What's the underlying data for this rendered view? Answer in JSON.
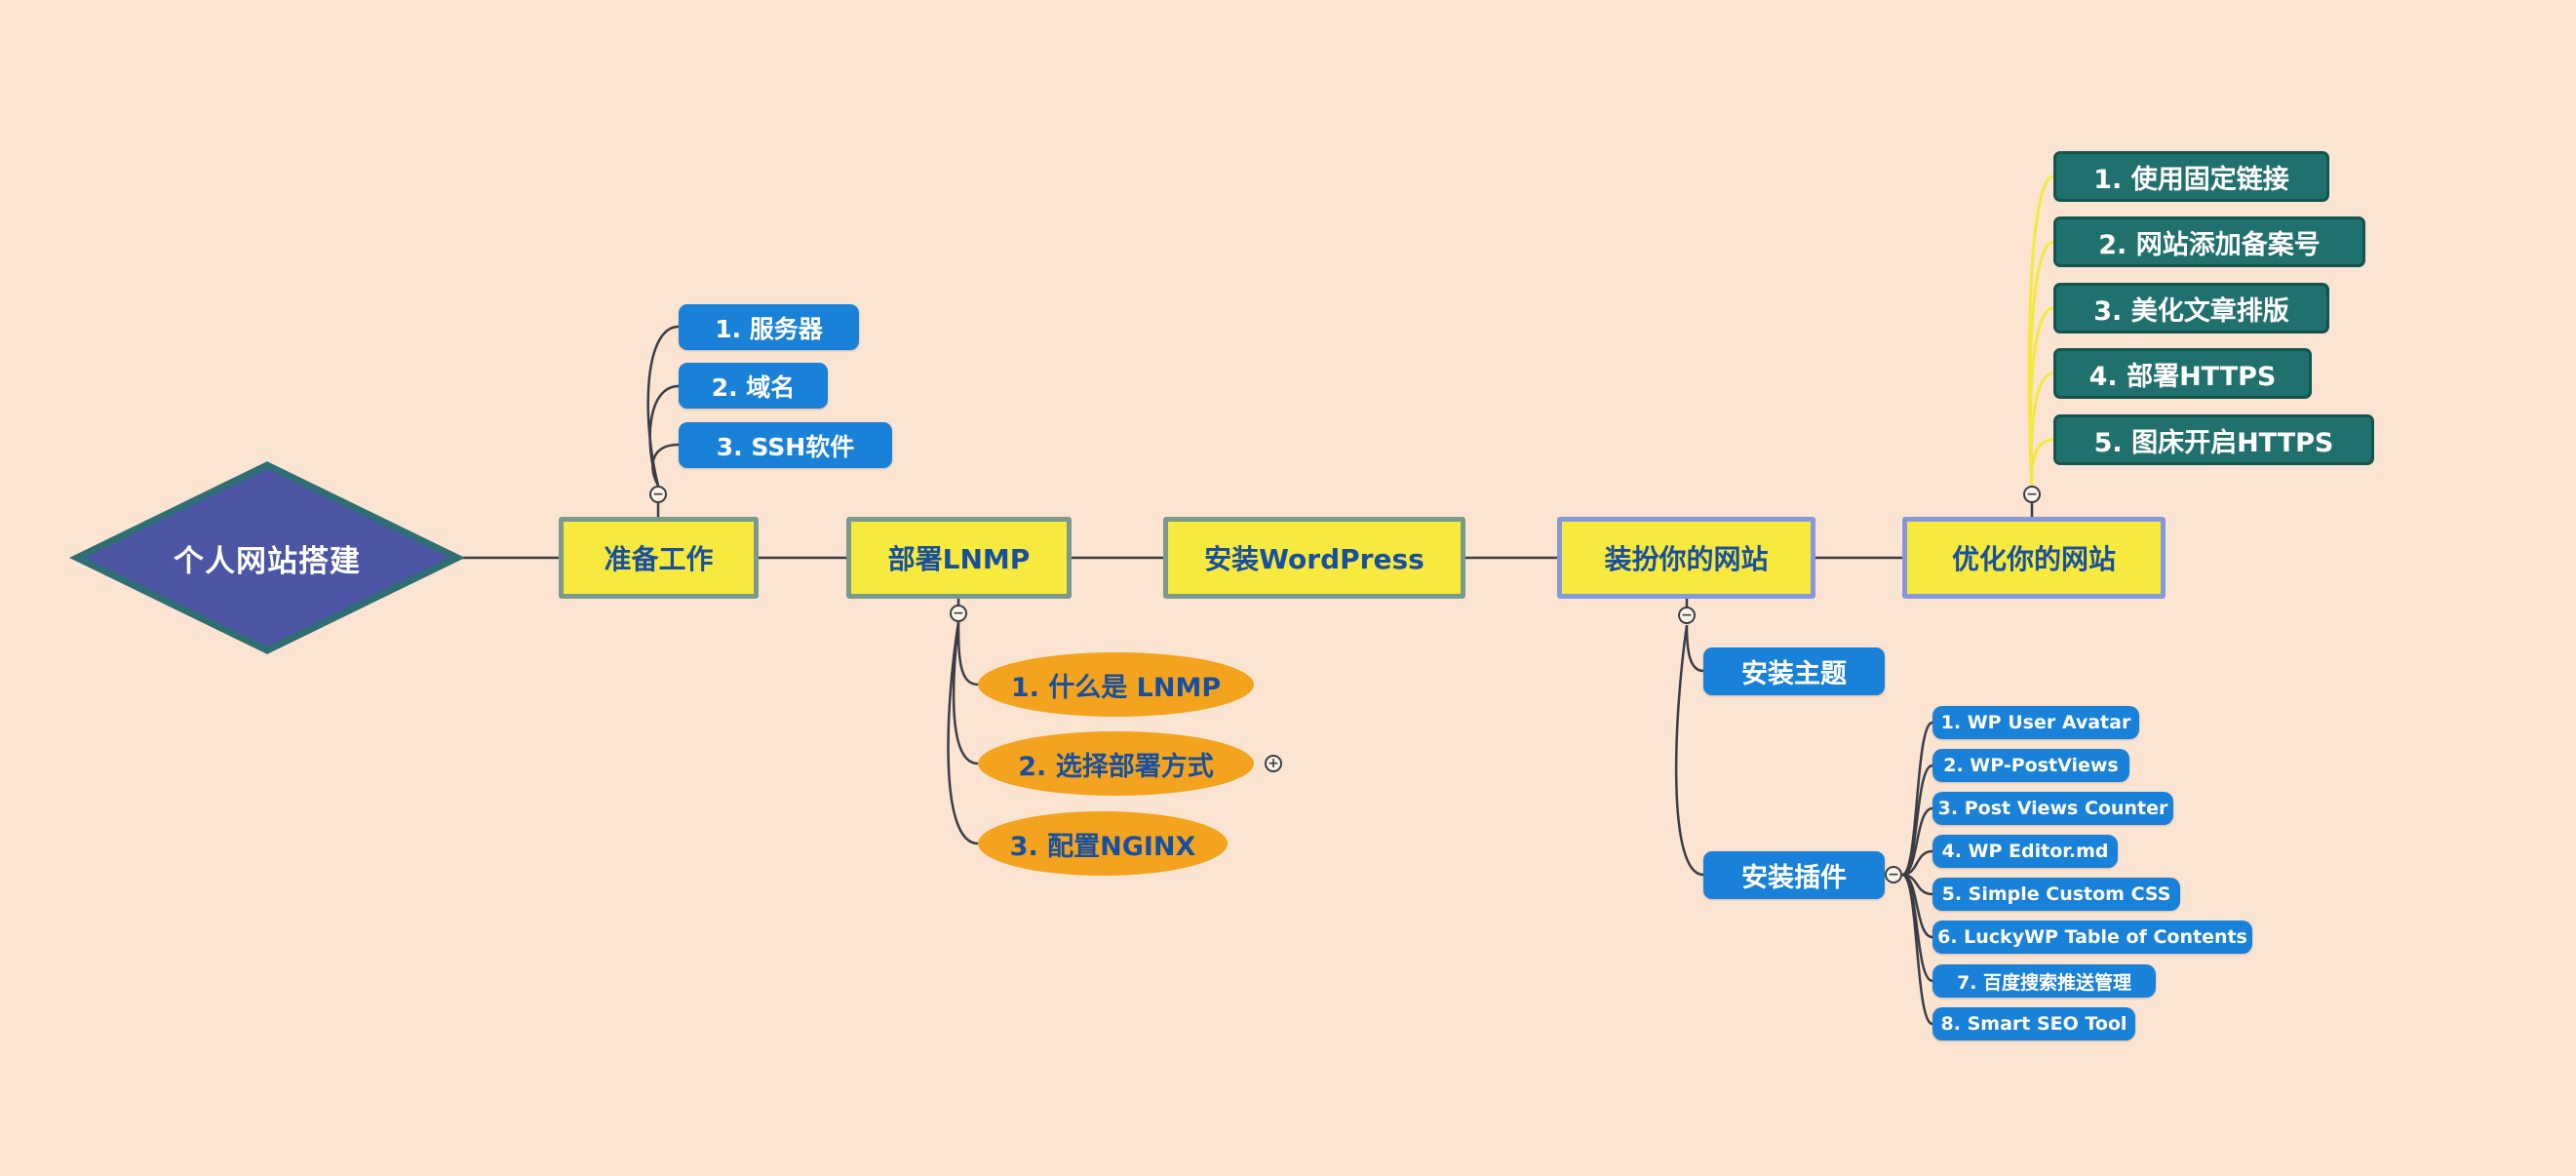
{
  "root": {
    "label": "个人网站搭建"
  },
  "nodes": {
    "prep": {
      "label": "准备工作",
      "children": [
        "1. 服务器",
        "2. 域名",
        "3. SSH软件"
      ]
    },
    "lnmp": {
      "label": "部署LNMP",
      "children": [
        "1. 什么是 LNMP",
        "2. 选择部署方式",
        "3. 配置NGINX"
      ]
    },
    "wordpress": {
      "label": "安装WordPress"
    },
    "decorate": {
      "label": "装扮你的网站",
      "theme": {
        "label": "安装主题"
      },
      "plugins": {
        "label": "安装插件",
        "children": [
          "1. WP User Avatar",
          "2. WP-PostViews",
          "3. Post Views Counter",
          "4. WP Editor.md",
          "5. Simple Custom CSS",
          "6. LuckyWP Table of Contents",
          "7. 百度搜索推送管理",
          "8. Smart SEO Tool"
        ]
      }
    },
    "optimize": {
      "label": "优化你的网站",
      "children": [
        "1. 使用固定链接",
        "2. 网站添加备案号",
        "3. 美化文章排版",
        "4. 部署HTTPS",
        "5. 图床开启HTTPS"
      ]
    }
  },
  "icons": {
    "collapse": "−",
    "expand": "+"
  },
  "colors": {
    "background": "#fce4d2",
    "node_yellow": "#f7e93d",
    "border_teal": "#7a9a8e",
    "border_periwinkle": "#8598dc",
    "text_blue": "#17509e",
    "child_blue": "#1981d8",
    "orange": "#f4a31f",
    "teal_dark": "#20706e",
    "teal_border": "#14544e",
    "diamond_fill": "#4b55a4",
    "diamond_border": "#2f6e73",
    "connector_dark": "#3a3d45",
    "connector_yellow": "#f2ea3e"
  }
}
